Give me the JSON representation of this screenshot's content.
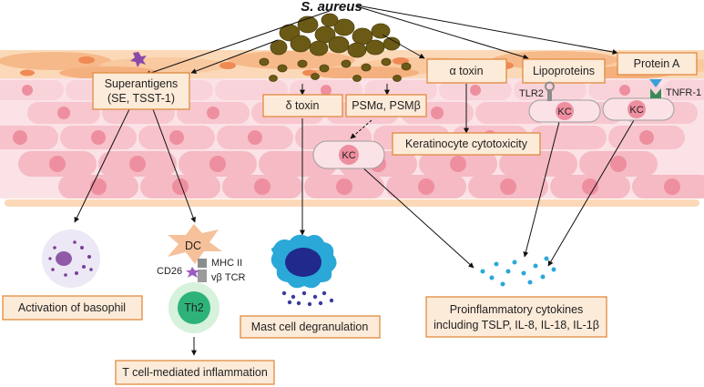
{
  "title": "S. aureus",
  "labels": {
    "superantigens_1": "Superantigens",
    "superantigens_2": "(SE, TSST-1)",
    "delta_toxin": "δ toxin",
    "psm": "PSMα, PSMβ",
    "alpha_toxin": "α toxin",
    "lipoproteins": "Lipoproteins",
    "protein_a": "Protein A",
    "keratinocyte_cytotoxicity": "Keratinocyte cytotoxicity",
    "tlr2": "TLR2",
    "tnfr1": "TNFR-1",
    "kc": "KC",
    "dc": "DC",
    "mhc2": "MHC II",
    "cd26": "CD26",
    "vb_tcr": "vβ TCR",
    "th2": "Th2",
    "basophil": "Activation of basophil",
    "tcell_inflammation": "T cell-mediated inflammation",
    "mast_cell": "Mast cell degranulation",
    "cytokines_1": "Proinflammatory cytokines",
    "cytokines_2": "including TSLP, IL-8, IL-18, IL-1β"
  },
  "colors": {
    "bacteria": "#6b5a16",
    "skin_upper": "#f7c79a",
    "skin_cell": "#f7c6cf",
    "nucleus": "#e8788a",
    "label_fill": "#fdebd9",
    "label_stroke": "#e08b3f",
    "cytokine": "#2aa8d8",
    "th2": "#2db37a",
    "basophil": "#7a3d96",
    "mast_cell": "#1f2a8c"
  }
}
